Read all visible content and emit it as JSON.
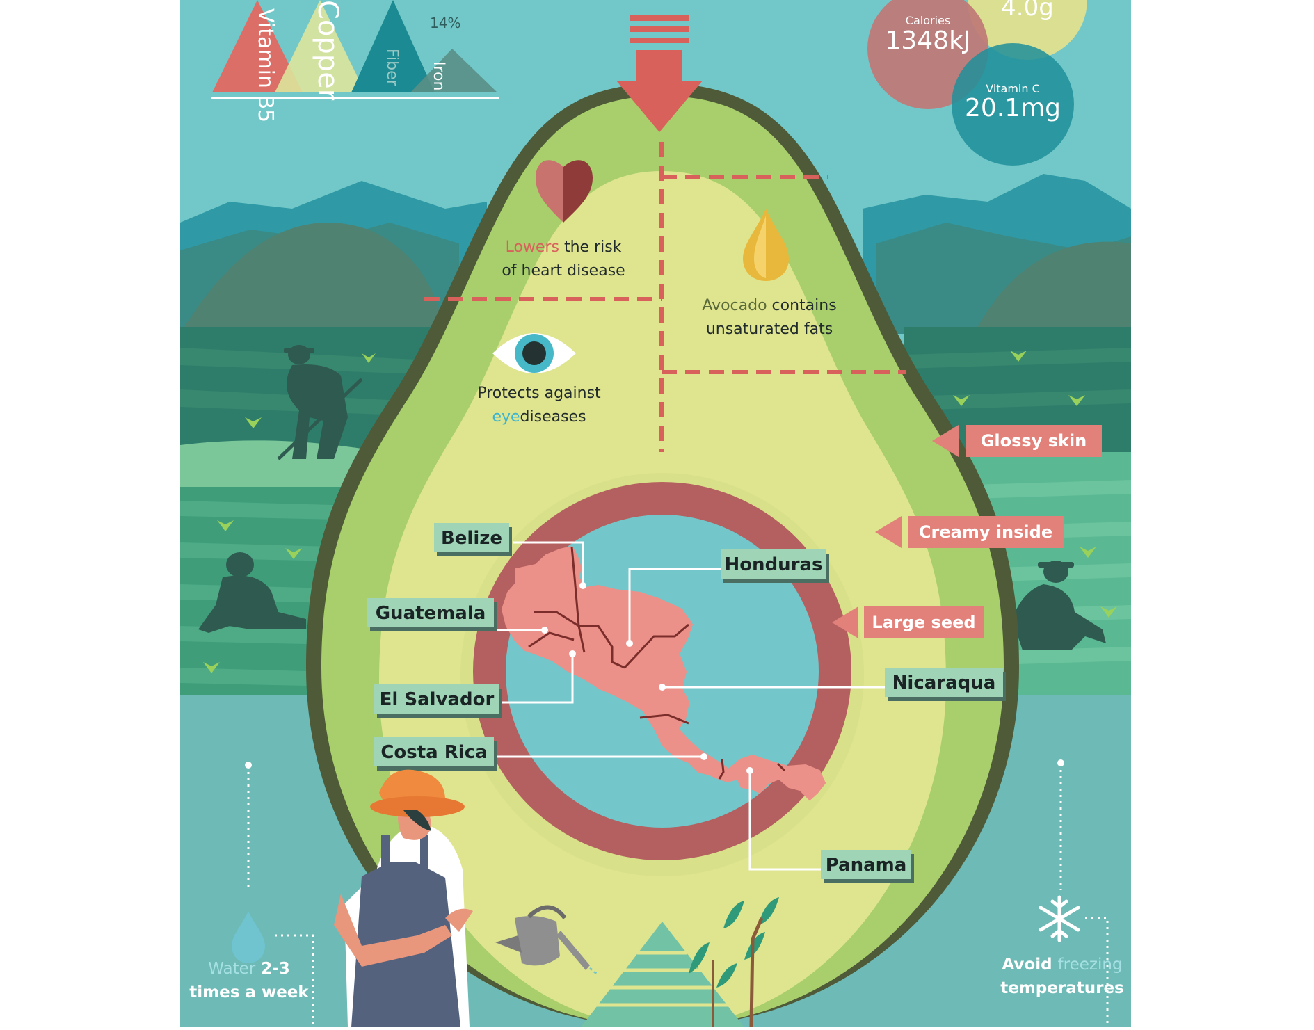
{
  "nutrients_chart": {
    "labels": [
      "Vitamin B5",
      "Copper",
      "Fiber",
      "Iron"
    ],
    "iron_percent": "14%"
  },
  "nutrition_circles": {
    "calories": {
      "label": "Calories",
      "value": "1348kJ"
    },
    "top": {
      "value": "4.0g"
    },
    "vitamin_c": {
      "label": "Vitamin C",
      "value": "20.1mg"
    }
  },
  "benefits": {
    "heart": {
      "highlight": "Lowers",
      "rest_line1": " the risk",
      "line2": "of heart disease"
    },
    "fats": {
      "highlight": "Avocado",
      "rest_line1": " contains",
      "line2": "unsaturated fats"
    },
    "eyes": {
      "line1": "Protects against",
      "highlight": "eye",
      "rest_line2": "diseases"
    }
  },
  "anatomy": {
    "skin": "Glossy skin",
    "inside": "Creamy inside",
    "seed": "Large seed"
  },
  "countries": [
    "Belize",
    "Honduras",
    "Guatemala",
    "Nicaraqua",
    "El Salvador",
    "Costa Rica",
    "Panama"
  ],
  "care": {
    "water": {
      "highlight": "Water",
      "rest_line1": " 2-3",
      "line2": "times a week"
    },
    "frost": {
      "line1_pre": "Avoid ",
      "highlight": "freezing",
      "line2": "temperatures"
    }
  },
  "colors": {
    "coral": "#d9615c",
    "teal": "#73c6c9",
    "dark_teal": "#1f8a8f",
    "avocado_skin": "#4e5a38",
    "avocado_rim": "#a8cf6c",
    "avocado_flesh": "#dfe48f",
    "seed_ring": "#b46060",
    "label_green": "#9fd4b6",
    "text_dark": "#222b2b"
  }
}
